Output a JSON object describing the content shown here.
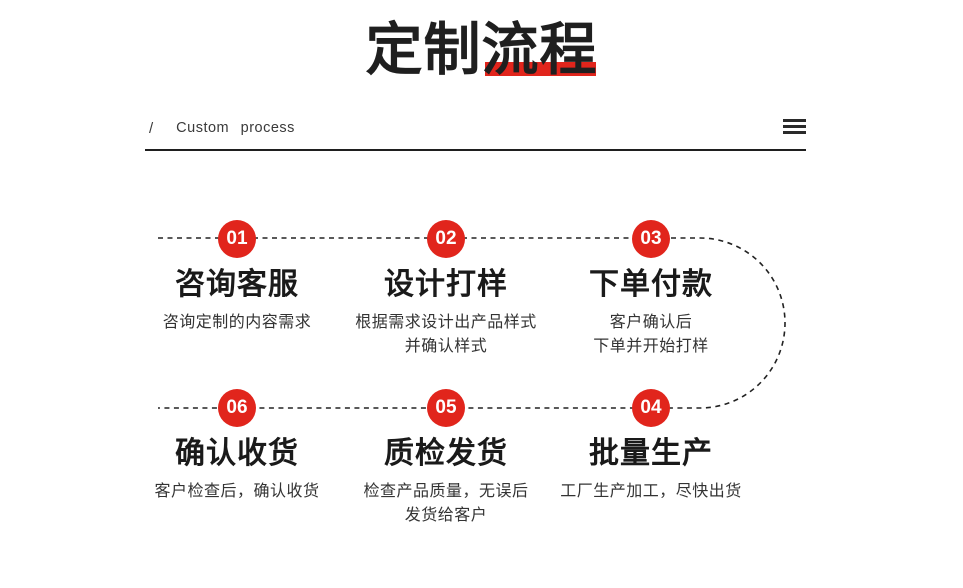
{
  "page": {
    "background": "#ffffff"
  },
  "header": {
    "title": "定制流程",
    "subtitle_slash": "/",
    "subtitle": "Custom process"
  },
  "icons": {
    "menu": "menu-icon"
  },
  "colors": {
    "accent_red": "#e1251c",
    "ink": "#1f1f1f",
    "desc_text": "#333333",
    "dash_line": "#222222"
  },
  "flow": {
    "line_style": "dashed",
    "top_row_order": [
      "01",
      "02",
      "03"
    ],
    "bottom_row_order": [
      "06",
      "05",
      "04"
    ]
  },
  "steps": [
    {
      "number": "01",
      "title": "咨询客服",
      "desc": [
        "咨询定制的内容需求"
      ]
    },
    {
      "number": "02",
      "title": "设计打样",
      "desc": [
        "根据需求设计出产品样式",
        "并确认样式"
      ]
    },
    {
      "number": "03",
      "title": "下单付款",
      "desc": [
        "客户确认后",
        "下单并开始打样"
      ]
    },
    {
      "number": "04",
      "title": "批量生产",
      "desc": [
        "工厂生产加工，尽快出货"
      ]
    },
    {
      "number": "05",
      "title": "质检发货",
      "desc": [
        "检查产品质量，无误后",
        "发货给客户"
      ]
    },
    {
      "number": "06",
      "title": "确认收货",
      "desc": [
        "客户检查后，确认收货"
      ]
    }
  ]
}
